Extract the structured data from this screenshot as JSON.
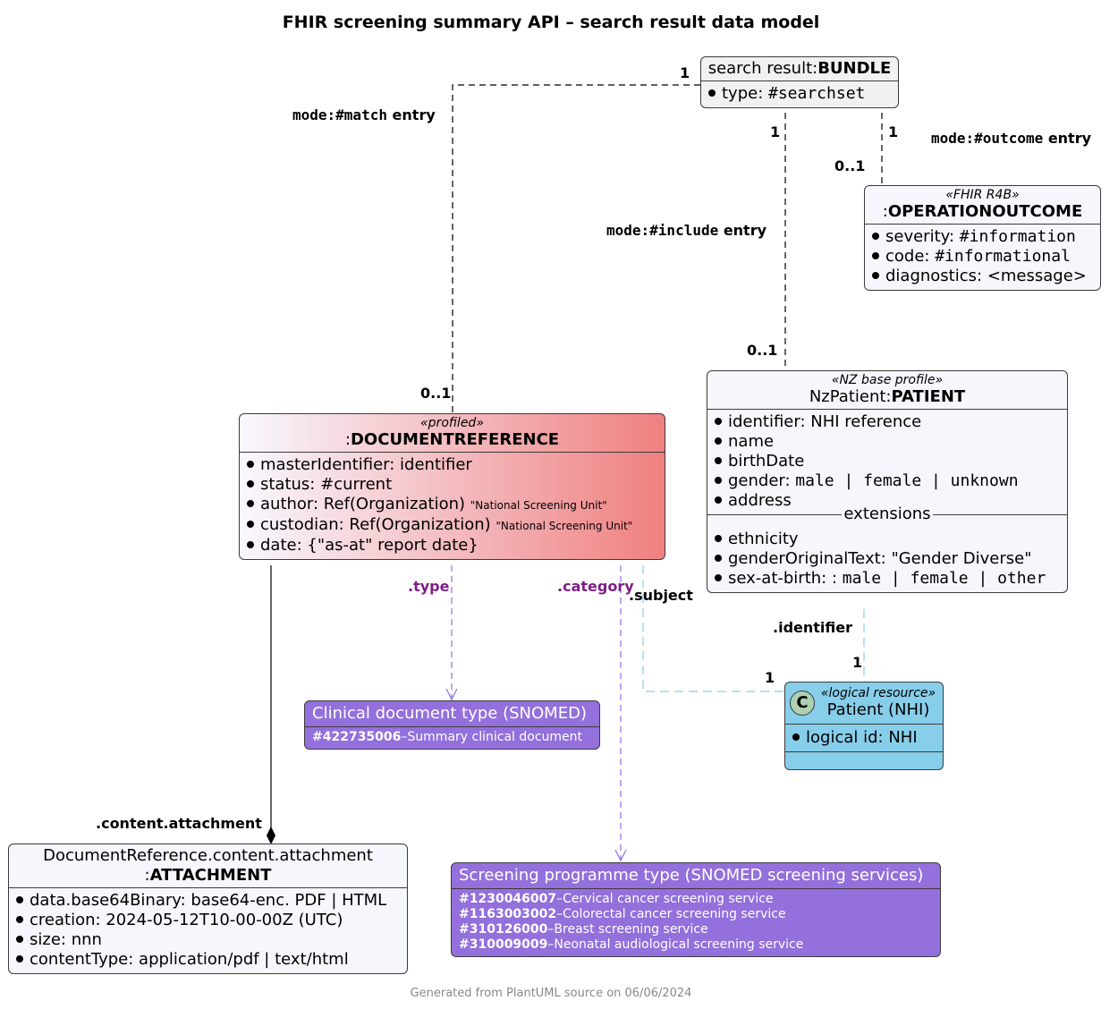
{
  "title": "FHIR screening summary API – search result data model",
  "footer": "Generated from PlantUML source on 06/06/2024",
  "colors": {
    "docref_gradient_start": "#f8f8ff",
    "docref_gradient_end": "#f08080",
    "codeset_fill": "#9370db",
    "logical_fill": "#87ceeb",
    "bundle_fill": "#f1f1f1",
    "box_fill": "#f6f7fc",
    "codeset_link": "#9370db",
    "logical_link": "#87ceeb",
    "label_purple": "#7b1f86"
  },
  "bundle": {
    "name_prefix": "search result:",
    "name_bold": "BUNDLE",
    "fields": [
      {
        "key": "type: ",
        "value": "#searchset"
      }
    ]
  },
  "operation_outcome": {
    "stereotype": "«FHIR R4B»",
    "name_prefix": ":",
    "name_bold": "OPERATIONOUTCOME",
    "fields": [
      {
        "key": "severity: ",
        "value": "#information"
      },
      {
        "key": "code: ",
        "value": "#informational"
      },
      {
        "key": "diagnostics: ",
        "value": "<message>"
      }
    ]
  },
  "document_reference": {
    "stereotype": "«profiled»",
    "name_prefix": ":",
    "name_bold": "DOCUMENTREFERENCE",
    "fields": [
      {
        "key": "masterIdentifier: ",
        "value": "identifier",
        "note": ""
      },
      {
        "key": "status: ",
        "value": "#current",
        "note": ""
      },
      {
        "key": "author: ",
        "value": "Ref(Organization)",
        "note": "\"National Screening Unit\""
      },
      {
        "key": "custodian: ",
        "value": "Ref(Organization)",
        "note": "\"National Screening Unit\""
      },
      {
        "key": "date: ",
        "value": "{\"as-at\" report date}",
        "note": ""
      }
    ]
  },
  "patient": {
    "stereotype": "«NZ base profile»",
    "name_prefix": "NzPatient:",
    "name_bold": "PATIENT",
    "fields": [
      {
        "key": "identifier: ",
        "value": "NHI reference"
      },
      {
        "key": "name",
        "value": ""
      },
      {
        "key": "birthDate",
        "value": ""
      },
      {
        "key": "gender: ",
        "value": "male | female | unknown"
      },
      {
        "key": "address",
        "value": ""
      }
    ],
    "separator": "extensions",
    "extensions": [
      {
        "key": "ethnicity",
        "value": ""
      },
      {
        "key": "genderOriginalText: ",
        "value": "\"Gender Diverse\""
      },
      {
        "key": "sex-at-birth: : ",
        "value": "male | female | other"
      }
    ]
  },
  "patient_nhi": {
    "circle_letter": "C",
    "stereotype": "«logical resource»",
    "name": "Patient (NHI)",
    "fields": [
      {
        "key": "logical id: ",
        "value": "NHI"
      }
    ]
  },
  "clinical_doc_type": {
    "title": "Clinical document type (SNOMED)",
    "codes": [
      {
        "code": "#422735006",
        "label": "–Summary clinical document"
      }
    ]
  },
  "screening_programme_type": {
    "title": "Screening programme type (SNOMED screening services)",
    "codes": [
      {
        "code": "#1230046007",
        "label": "–Cervical cancer screening service"
      },
      {
        "code": "#1163003002",
        "label": "–Colorectal cancer screening service"
      },
      {
        "code": "#310126000",
        "label": "–Breast screening service"
      },
      {
        "code": "#310009009",
        "label": "–Neonatal audiological screening service"
      }
    ]
  },
  "attachment": {
    "name_line1": "DocumentReference.content.attachment",
    "name_prefix": ":",
    "name_bold": "ATTACHMENT",
    "fields": [
      {
        "key": "data.base64Binary: ",
        "value": "base64-enc. PDF | HTML"
      },
      {
        "key": "creation: ",
        "value": "2024-05-12T10-00-00Z (UTC)"
      },
      {
        "key": "size: ",
        "value": "nnn"
      },
      {
        "key": "contentType: ",
        "value": "application/pdf | text/html"
      }
    ]
  },
  "links": {
    "match": {
      "mode": "mode:#match",
      "entry": "entry",
      "mult_source": "1",
      "mult_target": "0..1"
    },
    "include": {
      "mode": "mode:#include",
      "entry": "entry",
      "mult_source": "1",
      "mult_target": "0..1"
    },
    "outcome": {
      "mode": "mode:#outcome",
      "entry": "entry",
      "mult_source": "1",
      "mult_target": "0..1"
    },
    "type": {
      "label": ".type"
    },
    "category": {
      "label": ".category"
    },
    "subject": {
      "label": ".subject",
      "mult_target": "1"
    },
    "identifier": {
      "label": ".identifier",
      "mult_target": "1"
    },
    "content_attachment": {
      "label": ".content.attachment"
    }
  }
}
